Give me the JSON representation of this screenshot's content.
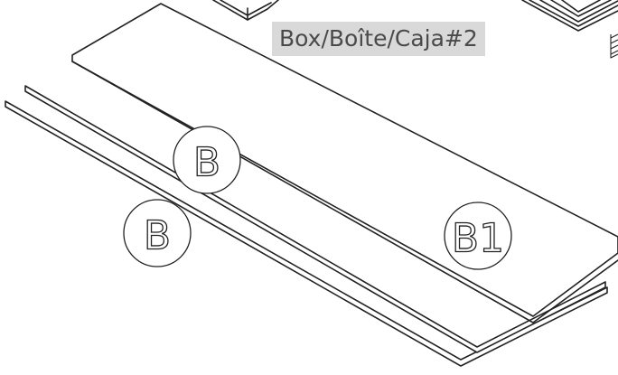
{
  "box_label": "Box/Boîte/Caja#2",
  "callouts": {
    "top_panel": "B",
    "bottom_panel": "B",
    "right_panel": "B1"
  }
}
